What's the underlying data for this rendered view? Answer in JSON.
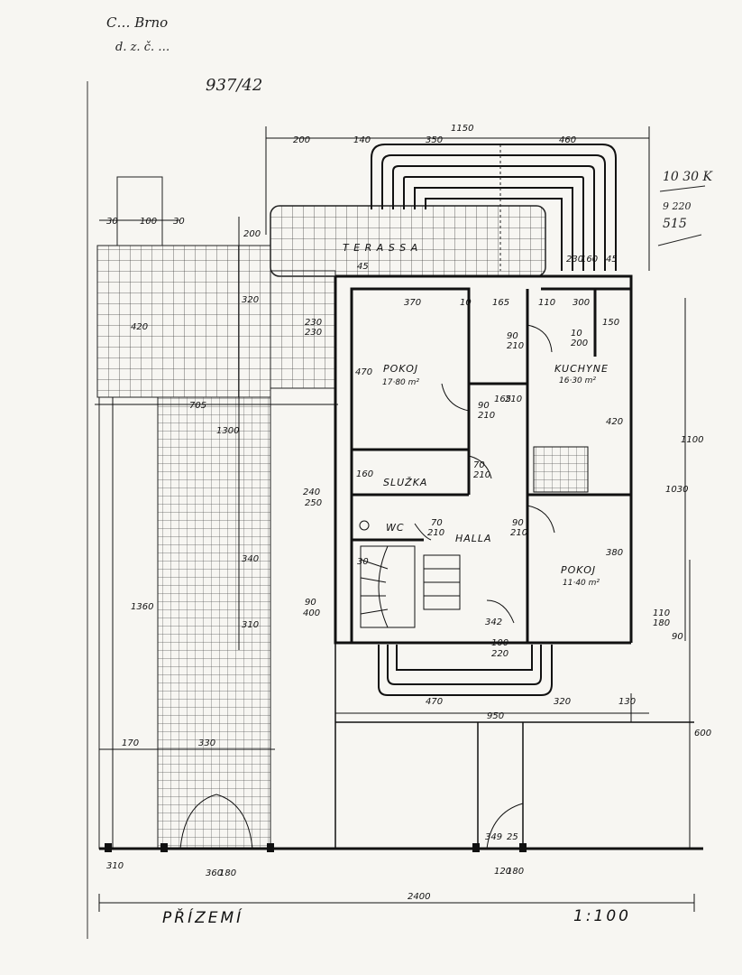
{
  "notes": {
    "pencil_line1": "C… Brno",
    "pencil_line2": "d. z. č. …",
    "pencil_ref": "937/42",
    "side_calc_1": "10 30 K",
    "side_calc_2": "9 220",
    "side_calc_3": "515"
  },
  "rooms": {
    "pokoj_1": "POKOJ",
    "pokoj_1_area": "17·80 m²",
    "kuchyne": "KUCHYNE",
    "kuchyne_area": "16·30 m²",
    "sluzka": "SLUŽKA",
    "wc": "WC",
    "halla": "HALLA",
    "pokoj_2": "POKOJ",
    "pokoj_2_area": "11·40 m²",
    "terasa": "T E R A S S A"
  },
  "dimensions": {
    "top_total": "1150",
    "top_a": "200",
    "top_b": "140",
    "top_c": "350",
    "top_d": "460",
    "left_small_a": "30",
    "left_small_b": "100",
    "left_small_c": "30",
    "d_200": "200",
    "d_420": "420",
    "d_320": "320",
    "d_1300": "1300",
    "d_1360": "1360",
    "d_705": "705",
    "d_370": "370",
    "d_10a": "10",
    "d_165": "165",
    "d_110": "110",
    "d_300": "300",
    "d_230a": "230",
    "d_230b": "230",
    "d_230c": "230",
    "d_160a": "160",
    "d_45a": "45",
    "d_45b": "45",
    "d_470": "470",
    "d_90_210a": "90",
    "d_90_210a_b": "210",
    "d_90_210b": "90",
    "d_90_210b_b": "210",
    "d_150": "150",
    "d_10_200": "10",
    "d_10_200_b": "200",
    "d_165_210": "165",
    "d_165_210_b": "210",
    "d_70_210a": "70",
    "d_70_210a_b": "210",
    "d_70_210b": "70",
    "d_70_210b_b": "210",
    "d_90_210c": "90",
    "d_90_210c_b": "210",
    "d_240": "240",
    "d_250": "250",
    "d_160b": "160",
    "d_420b": "420",
    "d_1030": "1030",
    "d_1100": "1100",
    "d_380": "380",
    "d_340": "340",
    "d_90": "90",
    "d_400": "400",
    "d_310": "310",
    "d_30": "30",
    "d_110b": "110",
    "d_180": "180",
    "d_90b": "90",
    "d_100": "100",
    "d_220": "220",
    "d_342": "342",
    "d_bottom_470": "470",
    "d_bottom_320": "320",
    "d_bottom_130": "130",
    "d_950": "950",
    "d_600": "600",
    "d_170": "170",
    "d_330": "330",
    "d_349": "349",
    "d_25": "25",
    "d_310b": "310",
    "d_360": "360",
    "d_180b": "180",
    "d_120": "120",
    "d_180c": "180",
    "d_2400": "2400"
  },
  "footer": {
    "title": "PŘÍZEMÍ",
    "scale": "1:100"
  }
}
